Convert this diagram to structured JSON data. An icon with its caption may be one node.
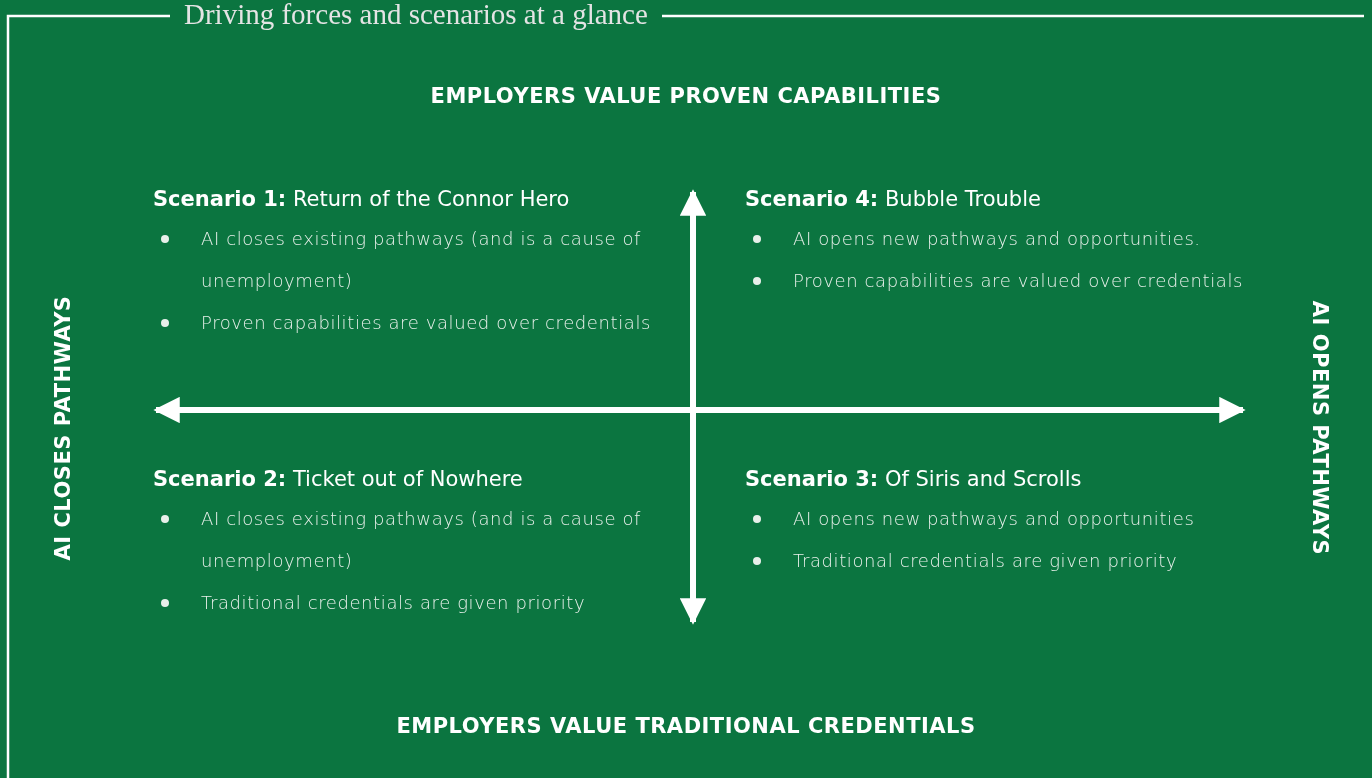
{
  "diagram": {
    "title": "Driving forces and scenarios at a glance",
    "nodes": [
      {
        "text": [
          "**Scenario 1:** Return of the Connor Hero",
          "AI closes existing pathways (and is a cause of unemployment)",
          "Proven capabilities are valued over credentials"
        ]
      },
      {
        "text": [
          "**Scenario 4:** Bubble Trouble",
          "AI opens new pathways and opportunities.",
          "Proven capabilities are valued over credentials"
        ]
      },
      {
        "text": [
          "**Scenario 2:** Ticket out of Nowhere",
          "AI closes existing pathways (and is a cause of unemployment)",
          "Traditional credentials are given priority"
        ]
      },
      {
        "text": [
          "**Scenario 3:** Of Siris and Scrolls",
          "AI opens new pathways and opportunities",
          "Traditional credentials are given priority"
        ]
      }
    ],
    "labels": [
      "EMPLOYERS VALUE PROVEN CAPABILITIES",
      "AI CLOSES PATHWAYS",
      "AI OPENS PATHWAYS",
      "EMPLOYERS VALUE TRADITIONAL CREDENTIALS"
    ]
  }
}
